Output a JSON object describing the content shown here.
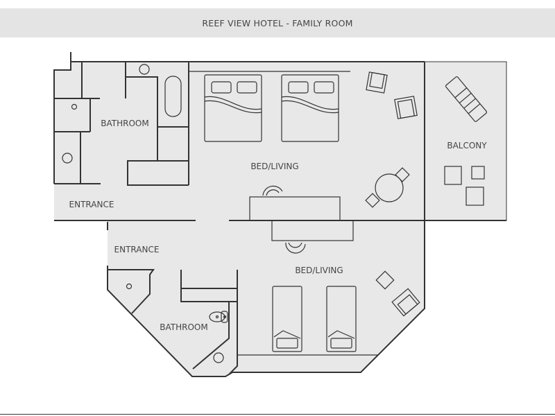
{
  "title": "REEF VIEW HOTEL - FAMILY ROOM",
  "rooms": {
    "bathroom_upper": "BATHROOM",
    "entrance_upper": "ENTRANCE",
    "bed_living_upper": "BED/LIVING",
    "balcony": "BALCONY",
    "entrance_lower": "ENTRANCE",
    "bed_living_lower": "BED/LIVING",
    "bathroom_lower": "BATHROOM"
  },
  "colors": {
    "floor": "#e8e8e9",
    "walls": "#333333",
    "title_bar": "#e4e4e5"
  }
}
